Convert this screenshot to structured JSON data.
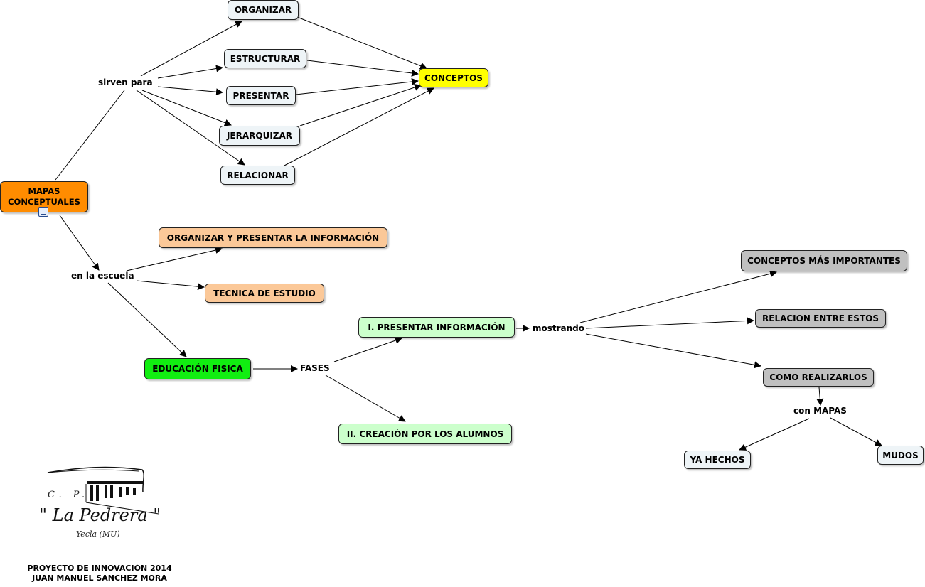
{
  "colors": {
    "root": "#ff8c00",
    "concepts": "#ffff00",
    "verb_box": "#eef4f7",
    "school_box": "#fbc898",
    "pe_box": "#11ee11",
    "phase_box": "#ccffcc",
    "gray_box": "#c0c0c0",
    "line": "#000000"
  },
  "nodes": {
    "mapas": "MAPAS\nCONCEPTUALES",
    "organizar": "ORGANIZAR",
    "estructurar": "ESTRUCTURAR",
    "presentar": "PRESENTAR",
    "jerarquizar": "JERARQUIZAR",
    "relacionar": "RELACIONAR",
    "conceptos": "CONCEPTOS",
    "org_presentar": "ORGANIZAR Y PRESENTAR LA INFORMACIÓN",
    "tecnica": "TECNICA DE ESTUDIO",
    "educacion": "EDUCACIÓN FISICA",
    "presentar_info": "I. PRESENTAR INFORMACIÓN",
    "creacion": "II. CREACIÓN POR LOS ALUMNOS",
    "conceptos_imp": "CONCEPTOS MÁS IMPORTANTES",
    "relacion_estos": "RELACION ENTRE ESTOS",
    "como_realizarlos": "COMO REALIZARLOS",
    "ya_hechos": "YA HECHOS",
    "mudos": "MUDOS"
  },
  "linking_phrases": {
    "sirven_para": "sirven para",
    "en_la_escuela": "en la escuela",
    "fases": "FASES",
    "mostrando": "mostrando",
    "con_mapas": "con MAPAS"
  },
  "icons": {
    "resource": "document-icon"
  },
  "logo": {
    "cp": "C. P.",
    "name": "\" La Pedrera \"",
    "city": "Yecla (MU)"
  },
  "footer": {
    "line1": "PROYECTO DE INNOVACIÓN 2014",
    "line2": "JUAN MANUEL SANCHEZ MORA"
  }
}
